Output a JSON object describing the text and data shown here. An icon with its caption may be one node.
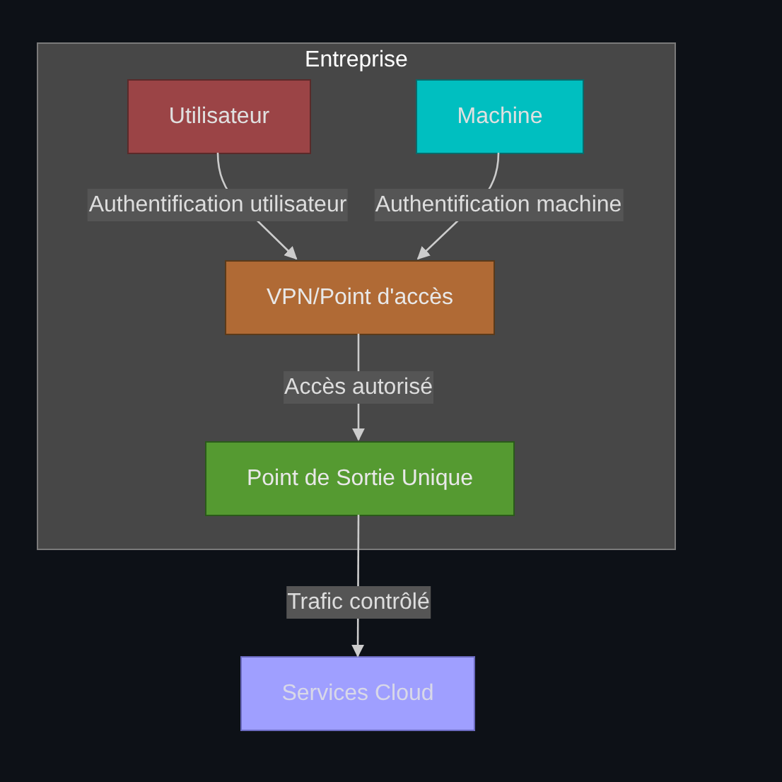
{
  "diagram": {
    "nodes": [
      {
        "text": [
          "Entreprise"
        ]
      },
      {
        "text": [
          "Utilisateur"
        ],
        "in": 0
      },
      {
        "text": [
          "Machine"
        ],
        "in": 0
      },
      {
        "text": [
          "VPN/Point d'accès"
        ],
        "in": 0
      },
      {
        "text": [
          "Point de Sortie Unique"
        ],
        "in": 0
      },
      {
        "text": [
          "Services Cloud"
        ]
      }
    ],
    "edges": [
      {
        "from": 1,
        "to": 3,
        "arrow": "to",
        "label": "Authentification utilisateur"
      },
      {
        "from": 2,
        "to": 3,
        "arrow": "to",
        "label": "Authentification machine"
      },
      {
        "from": 3,
        "to": 4,
        "arrow": "to",
        "label": "Accès autorisé"
      },
      {
        "from": 4,
        "to": 5,
        "arrow": "to",
        "label": "Trafic contrôlé"
      }
    ]
  }
}
